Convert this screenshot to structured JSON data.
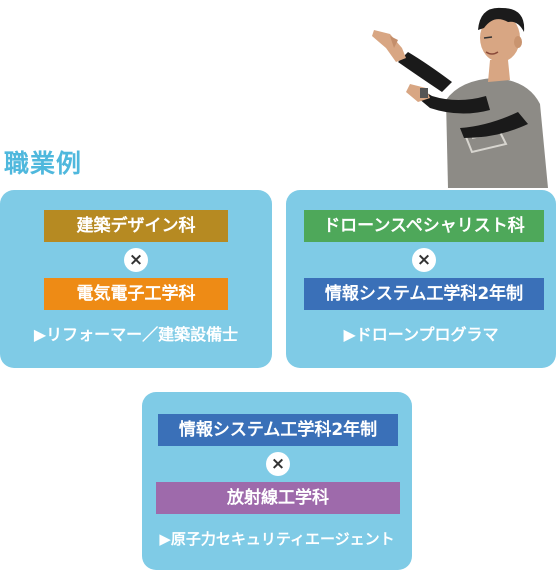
{
  "heading": "職業例",
  "times_symbol": "×",
  "colors": {
    "heading": "#4fb8dd",
    "card_bg": "#7fcbe6",
    "architecture": "#b68a22",
    "electrical": "#ee8b15",
    "drone": "#4ea85a",
    "info_system": "#3a70b8",
    "radiation": "#9e6aab"
  },
  "cards": [
    {
      "top": "建築デザイン科",
      "bottom": "電気電子工学科",
      "career": "▶リフォーマー／建築設備士"
    },
    {
      "top": "ドローンスペシャリスト科",
      "bottom": "情報システム工学科2年制",
      "career": "▶ドローンプログラマ"
    },
    {
      "top": "情報システム工学科2年制",
      "bottom": "放射線工学科",
      "career": "▶原子力セキュリティエージェント"
    }
  ]
}
